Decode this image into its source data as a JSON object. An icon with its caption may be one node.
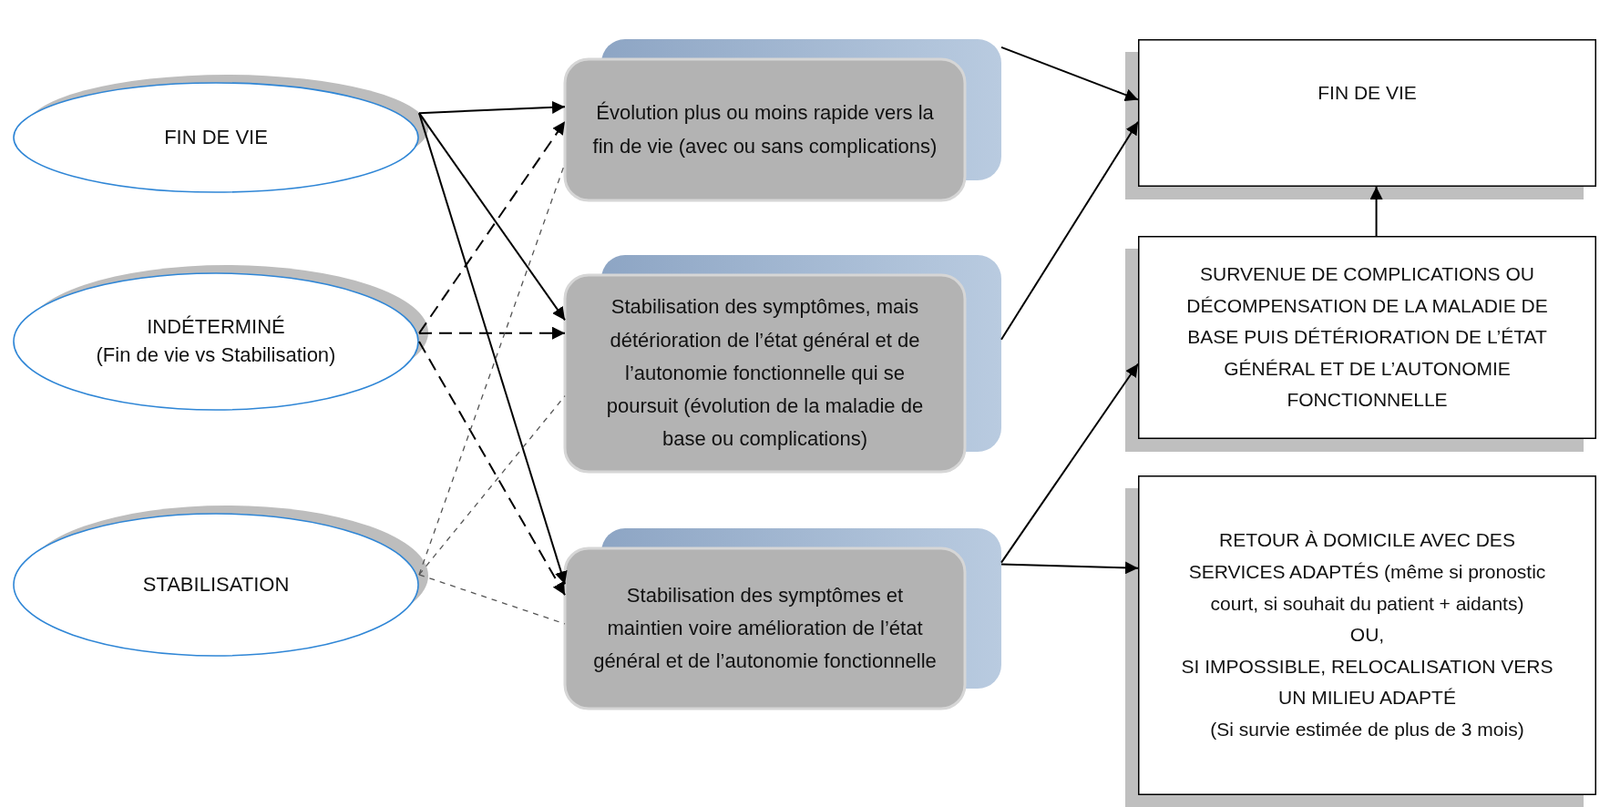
{
  "diagram": {
    "nodes": [
      {
        "text": [
          "FIN DE VIE"
        ]
      },
      {
        "text": [
          "INDÉTERMINÉ",
          "(Fin de vie vs Stabilisation)"
        ]
      },
      {
        "text": [
          "STABILISATION"
        ]
      },
      {
        "text": [
          "Évolution plus ou moins rapide vers la fin de vie (avec ou sans complications)"
        ]
      },
      {
        "text": [
          "Stabilisation des symptômes, mais détérioration de l’état général et de l’autonomie fonctionnelle qui se poursuit (évolution de la maladie de base ou complications)"
        ]
      },
      {
        "text": [
          "Stabilisation des symptômes et maintien voire amélioration de l’état général et de l’autonomie fonctionnelle"
        ]
      },
      {
        "text": [
          "FIN DE VIE"
        ]
      },
      {
        "text": [
          "SURVENUE DE COMPLICATIONS OU DÉCOMPENSATION DE LA MALADIE DE BASE PUIS DÉTÉRIORATION DE L’ÉTAT GÉNÉRAL ET DE L’AUTONOMIE FONCTIONNELLE"
        ]
      },
      {
        "text": [
          "RETOUR À DOMICILE AVEC DES SERVICES ADAPTÉS (même si pronostic court, si souhait du patient + aidants)",
          "OU,",
          "SI IMPOSSIBLE, RELOCALISATION VERS UN MILIEU ADAPTÉ",
          "(Si survie estimée de plus de 3 mois)"
        ]
      }
    ],
    "edges": [
      {
        "from": 0,
        "to": 3,
        "arrow": "to"
      },
      {
        "from": 0,
        "to": 4,
        "arrow": "to"
      },
      {
        "from": 0,
        "to": 5,
        "arrow": "to"
      },
      {
        "from": 1,
        "to": 3,
        "arrow": "to",
        "style": "dashed"
      },
      {
        "from": 1,
        "to": 4,
        "arrow": "to",
        "style": "dashed"
      },
      {
        "from": 1,
        "to": 5,
        "arrow": "to",
        "style": "dashed"
      },
      {
        "from": 2,
        "to": 3,
        "arrow": "none",
        "style": "dashed",
        "color": "#555555"
      },
      {
        "from": 2,
        "to": 4,
        "arrow": "none",
        "style": "dashed",
        "color": "#555555"
      },
      {
        "from": 2,
        "to": 5,
        "arrow": "none",
        "style": "dashed",
        "color": "#555555"
      },
      {
        "from": 3,
        "to": 6,
        "arrow": "to"
      },
      {
        "from": 4,
        "to": 6,
        "arrow": "to"
      },
      {
        "from": 5,
        "to": 7,
        "arrow": "to"
      },
      {
        "from": 5,
        "to": 8,
        "arrow": "to"
      },
      {
        "from": 7,
        "to": 6,
        "arrow": "to"
      }
    ]
  }
}
